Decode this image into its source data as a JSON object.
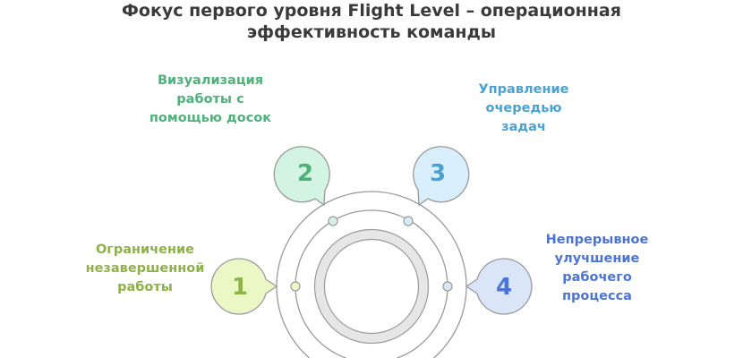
{
  "title": {
    "line1": "Фокус первого уровня Flight Level – операционная",
    "line2": "эффективность команды"
  },
  "steps": [
    {
      "number": "1",
      "label": "Ограничение незавершенной работы",
      "text_color": "#8db24a",
      "fill": "#ecf7c6",
      "dot": "#eef6c8"
    },
    {
      "number": "2",
      "label": "Визуализация работы с помощью досок",
      "text_color": "#4fb27a",
      "fill": "#d3f4e2",
      "dot": "#d7f1e6"
    },
    {
      "number": "3",
      "label": "Управление очередью задач",
      "text_color": "#4aa2d4",
      "fill": "#d8eefb",
      "dot": "#d9ecf6"
    },
    {
      "number": "4",
      "label": "Непрерывное улучшение рабочего процесса",
      "text_color": "#4b74d4",
      "fill": "#dbe5f8",
      "dot": "#dde6f5"
    }
  ]
}
